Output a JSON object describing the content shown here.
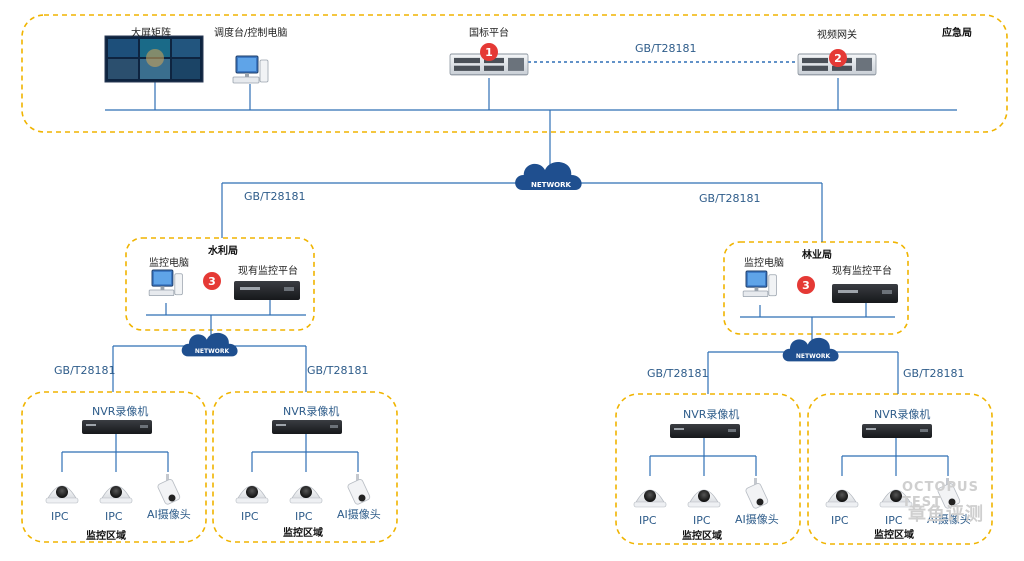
{
  "emergency_bureau": {
    "label": "应急局",
    "video_wall_label": "大屏矩阵",
    "dispatch_pc_label": "调度台/控制电脑",
    "national_platform_label": "国标平台",
    "video_gateway_label": "视频网关",
    "link_protocol": "GB/T28181",
    "badge_1": "1",
    "badge_2": "2"
  },
  "network": {
    "label": "NETWORK"
  },
  "uplinks": {
    "left_protocol": "GB/T28181",
    "right_protocol": "GB/T28181"
  },
  "water_bureau": {
    "label": "水利局",
    "pc_label": "监控电脑",
    "platform_label": "现有监控平台",
    "badge": "3",
    "network_label": "NETWORK",
    "left_protocol": "GB/T28181",
    "right_protocol": "GB/T28181"
  },
  "forestry_bureau": {
    "label": "林业局",
    "pc_label": "监控电脑",
    "platform_label": "现有监控平台",
    "badge": "3",
    "network_label": "NETWORK",
    "left_protocol": "GB/T28181",
    "right_protocol": "GB/T28181"
  },
  "zone": {
    "nvr_label": "NVR录像机",
    "ipc_label": "IPC",
    "ai_camera_label": "AI摄像头",
    "zone_label": "监控区域"
  },
  "watermark": {
    "line1": "OCTOPUS TEST",
    "line2": "章鱼评测"
  },
  "colors": {
    "frame": "#f0b400",
    "line": "#2f6fb5",
    "badge": "#e53935",
    "cloud": "#1f4f8f"
  }
}
